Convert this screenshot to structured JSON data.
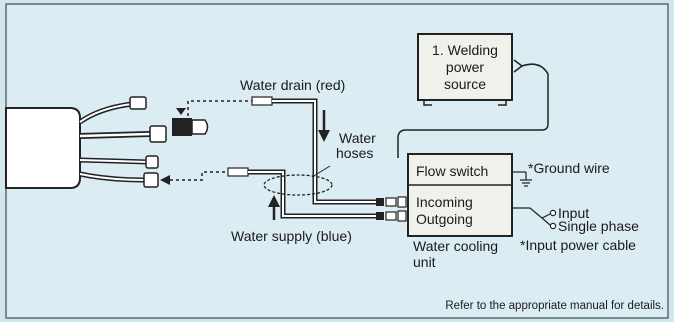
{
  "labels": {
    "welding_power_source": [
      "1. Welding",
      "power",
      "source"
    ],
    "water_drain": "Water drain (red)",
    "water_hoses": [
      "Water",
      "hoses"
    ],
    "water_supply": "Water supply (blue)",
    "flow_switch": "Flow switch",
    "ground_wire": "*Ground wire",
    "incoming": "Incoming",
    "outgoing": "Outgoing",
    "input": "Input",
    "single_phase": "Single phase",
    "water_cooling_unit": [
      "Water cooling",
      "unit"
    ],
    "input_power_cable": "*Input power cable"
  },
  "footer_note": "Refer to the appropriate manual for details.",
  "colors": {
    "background": "#d3e6ee",
    "panel": "#dbedf3",
    "border": "#5a6a72",
    "box_fill": "#f1f1ec",
    "torch_body": "#ffffff",
    "line": "#222222"
  }
}
